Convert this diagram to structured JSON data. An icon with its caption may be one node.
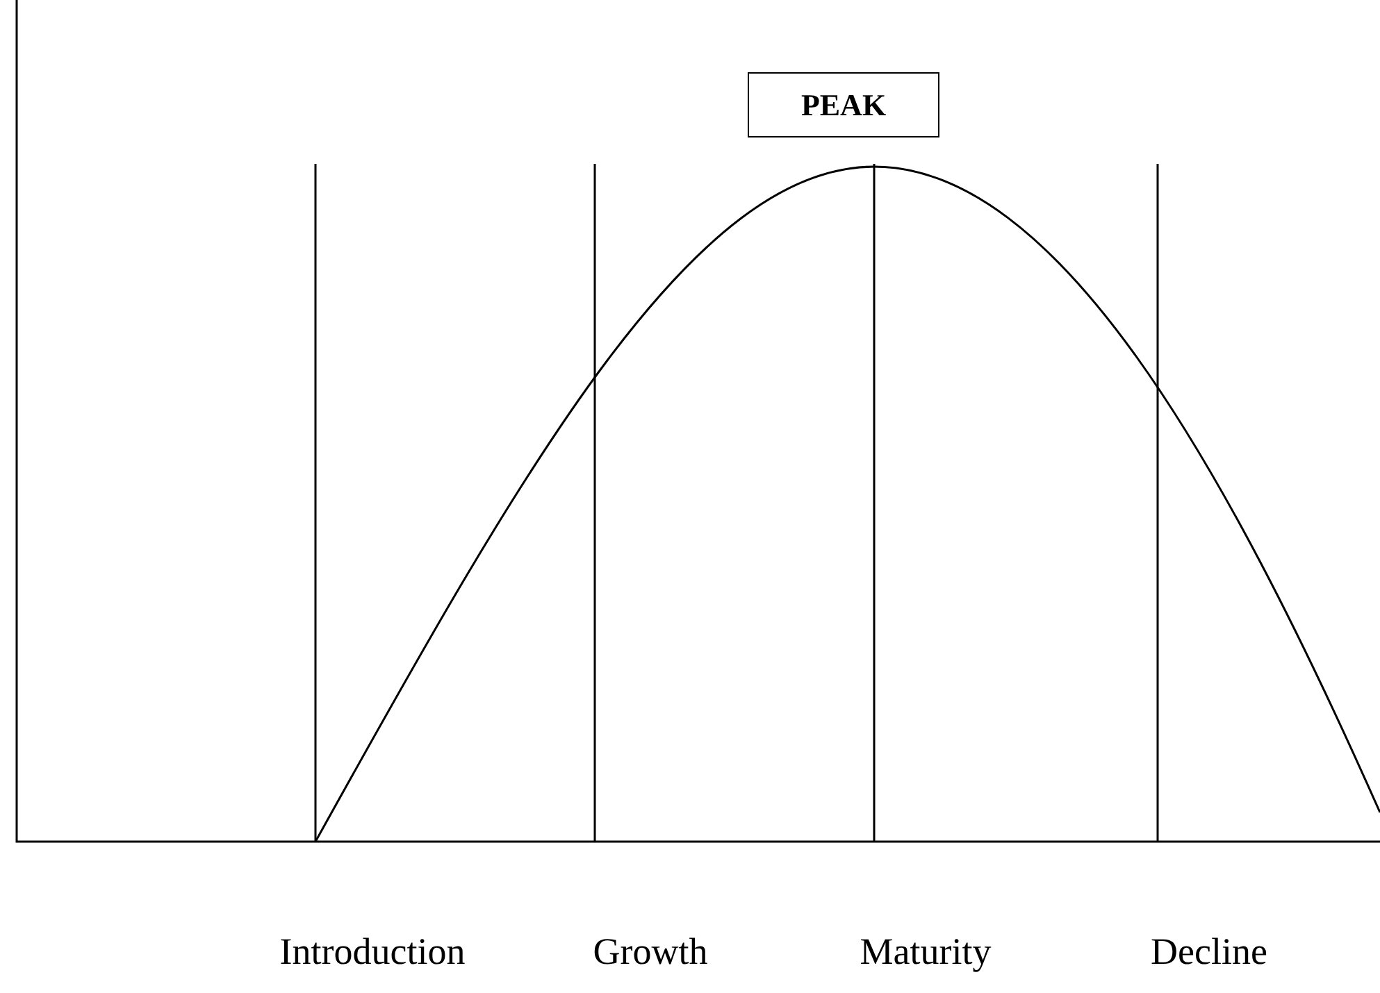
{
  "diagram": {
    "nodes": [
      {
        "text": [
          "PEAK"
        ]
      }
    ],
    "labels": [
      "Introduction",
      "Growth",
      "Maturity",
      "Decline"
    ]
  }
}
